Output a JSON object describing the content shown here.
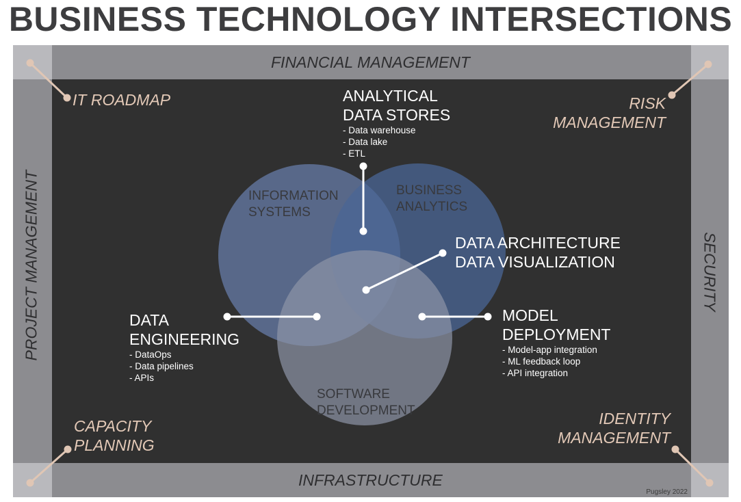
{
  "title": "BUSINESS TECHNOLOGY INTERSECTIONS",
  "bands": {
    "top": "FINANCIAL MANAGEMENT",
    "bottom": "INFRASTRUCTURE",
    "left": "PROJECT MANAGEMENT",
    "right": "SECURITY"
  },
  "corners": {
    "top_left": "IT ROADMAP",
    "top_right_1": "RISK",
    "top_right_2": "MANAGEMENT",
    "bottom_left_1": "CAPACITY",
    "bottom_left_2": "PLANNING",
    "bottom_right_1": "IDENTITY",
    "bottom_right_2": "MANAGEMENT"
  },
  "circles": {
    "info_1": "INFORMATION",
    "info_2": "SYSTEMS",
    "biz_1": "BUSINESS",
    "biz_2": "ANALYTICS",
    "soft_1": "SOFTWARE",
    "soft_2": "DEVELOPMENT"
  },
  "callouts": {
    "analytical": {
      "head_1": "ANALYTICAL",
      "head_2": "DATA STORES",
      "items": [
        "- Data warehouse",
        "- Data lake",
        "- ETL"
      ]
    },
    "architecture": {
      "head_1": "DATA ARCHITECTURE",
      "head_2": "DATA VISUALIZATION"
    },
    "engineering": {
      "head_1": "DATA",
      "head_2": "ENGINEERING",
      "items": [
        "- DataOps",
        "- Data pipelines",
        "- APIs"
      ]
    },
    "deployment": {
      "head_1": "MODEL",
      "head_2": "DEPLOYMENT",
      "items": [
        "- Model-app integration",
        "- ML feedback loop",
        "- API integration"
      ]
    }
  },
  "credit": "Pugsley 2022",
  "colors": {
    "title": "#3d3d3f",
    "frame": "#8c8c90",
    "corner": "#b9b9bd",
    "inner": "#303030",
    "corner_text": "#e3c9b7",
    "info_circle": "#5f7299",
    "biz_circle": "#4a6596",
    "soft_circle": "#8a8f9c"
  }
}
